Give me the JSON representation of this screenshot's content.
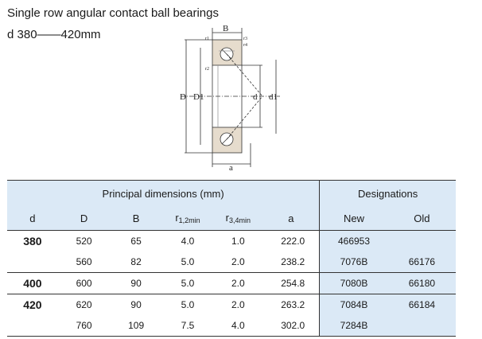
{
  "title": "Single row angular contact ball bearings",
  "subtitle": "d 380——420mm",
  "drawing_labels": {
    "B": "B",
    "a": "a",
    "D": "D",
    "D1": "D1",
    "d": "d",
    "d1": "d1",
    "r1": "r1",
    "r2": "r2",
    "r3": "r3",
    "r4": "r4"
  },
  "table": {
    "group_header_dims": "Principal dimensions (mm)",
    "group_header_desig": "Designations",
    "col_d": "d",
    "col_D": "D",
    "col_B": "B",
    "col_r12_main": "r",
    "col_r12_sub": "1,2min",
    "col_r34_main": "r",
    "col_r34_sub": "3,4min",
    "col_a": "a",
    "col_new": "New",
    "col_old": "Old",
    "rows": [
      {
        "d": "380",
        "D": "520",
        "B": "65",
        "r12": "4.0",
        "r34": "1.0",
        "a": "222.0",
        "new": "466953",
        "old": ""
      },
      {
        "d": "",
        "D": "560",
        "B": "82",
        "r12": "5.0",
        "r34": "2.0",
        "a": "238.2",
        "new": "7076B",
        "old": "66176"
      },
      {
        "d": "400",
        "D": "600",
        "B": "90",
        "r12": "5.0",
        "r34": "2.0",
        "a": "254.8",
        "new": "7080B",
        "old": "66180"
      },
      {
        "d": "420",
        "D": "620",
        "B": "90",
        "r12": "5.0",
        "r34": "2.0",
        "a": "263.2",
        "new": "7084B",
        "old": "66184"
      },
      {
        "d": "",
        "D": "760",
        "B": "109",
        "r12": "7.5",
        "r34": "4.0",
        "a": "302.0",
        "new": "7284B",
        "old": ""
      }
    ]
  }
}
